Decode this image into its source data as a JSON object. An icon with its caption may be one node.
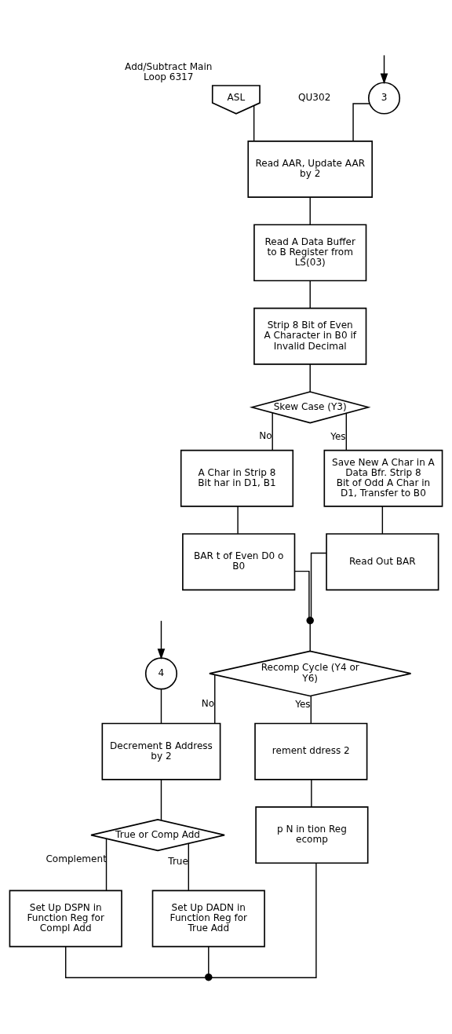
{
  "diagram": {
    "nodes": [
      {
        "text": [
          "3"
        ]
      },
      {
        "text": [
          "ASL"
        ],
        "beside": [
          "Add/Subtract Main Loop 6317"
        ]
      },
      {
        "text": [
          "Read AAR, Update AAR by 2"
        ]
      },
      {
        "text": [
          "Read A Data Buffer to B Register from LS(03)"
        ]
      },
      {
        "text": [
          "Strip 8 Bit of Even A Character in B0 if Invalid Decimal"
        ]
      },
      {
        "text": [
          "Skew Case (Y3)"
        ]
      },
      {
        "text": [
          "A Char in Strip 8 Bit har in D1, B1"
        ]
      },
      {
        "text": [
          "Save New A Char in A Data Bfr. Strip 8 Bit of Odd A Char in D1, Transfer to B0"
        ]
      },
      {
        "text": [
          "BAR t of Even D0 o B0"
        ]
      },
      {
        "text": [
          "Read Out BAR"
        ]
      },
      {
        "text": [],
        "shape": "dot"
      },
      {
        "text": [
          "Recomp Cycle (Y4 or Y6)"
        ]
      },
      {
        "text": [
          "4"
        ]
      },
      {
        "text": [
          "rement ddress 2"
        ]
      },
      {
        "text": [
          "Decrement B Address by 2"
        ]
      },
      {
        "text": [
          "p N in tion Reg ecomp"
        ]
      },
      {
        "text": [
          "True or Comp Add"
        ]
      },
      {
        "text": [
          "Set Up DSPN in Function Reg for Compl Add"
        ]
      },
      {
        "text": [
          "Set Up DADN in Function Reg for True Add"
        ]
      },
      {
        "text": [],
        "shape": "dot"
      }
    ],
    "edges": [
      {
        "from": null,
        "to": 0,
        "arrow": "to"
      },
      {
        "from": 0,
        "to": 2,
        "arrow": "none"
      },
      {
        "from": 1,
        "to": 2,
        "arrow": "none"
      },
      {
        "from": 2,
        "to": 3,
        "arrow": "none"
      },
      {
        "from": 3,
        "to": 4,
        "arrow": "none"
      },
      {
        "from": 4,
        "to": 5,
        "arrow": "none"
      },
      {
        "from": 5,
        "to": 6,
        "arrow": "none",
        "label": "No"
      },
      {
        "from": 5,
        "to": 7,
        "arrow": "none",
        "label": "Yes"
      },
      {
        "from": 6,
        "to": 8,
        "arrow": "none"
      },
      {
        "from": 7,
        "to": 9,
        "arrow": "none"
      },
      {
        "from": 8,
        "to": 10,
        "arrow": "none"
      },
      {
        "from": 9,
        "to": 10,
        "arrow": "none"
      },
      {
        "from": 10,
        "to": 11,
        "arrow": "none"
      },
      {
        "from": 11,
        "to": 13,
        "arrow": "none",
        "label": "Yes"
      },
      {
        "from": 11,
        "to": 14,
        "arrow": "none",
        "label": "No"
      },
      {
        "from": null,
        "to": 12,
        "arrow": "to"
      },
      {
        "from": 12,
        "to": 14,
        "arrow": "none"
      },
      {
        "from": 13,
        "to": 15,
        "arrow": "none"
      },
      {
        "from": 14,
        "to": 16,
        "arrow": "none"
      },
      {
        "from": 16,
        "to": 17,
        "arrow": "none",
        "label": "Complement"
      },
      {
        "from": 16,
        "to": 18,
        "arrow": "none",
        "label": "True"
      },
      {
        "from": 15,
        "to": 19,
        "arrow": "none"
      },
      {
        "from": 17,
        "to": 19,
        "arrow": "none"
      },
      {
        "from": 18,
        "to": 19,
        "arrow": "none"
      }
    ],
    "labels": [
      "QU302"
    ]
  }
}
